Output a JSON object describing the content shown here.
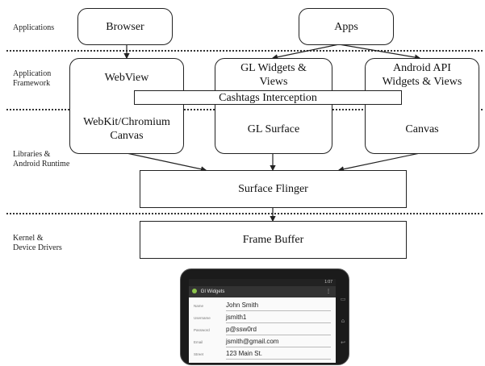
{
  "layers": {
    "applications": "Applications",
    "framework_1": "Application",
    "framework_2": "Framework",
    "libraries_1": "Libraries &",
    "libraries_2": "Android Runtime",
    "kernel_1": "Kernel &",
    "kernel_2": "Device Drivers"
  },
  "boxes": {
    "browser": "Browser",
    "apps": "Apps",
    "webview": "WebView",
    "gl_widgets_1": "GL Widgets &",
    "gl_widgets_2": "Views",
    "android_api_1": "Android API",
    "android_api_2": "Widgets & Views",
    "cashtags": "Cashtags Interception",
    "webkit_1": "WebKit/Chromium",
    "webkit_2": "Canvas",
    "gl_surface": "GL Surface",
    "canvas": "Canvas",
    "surface_flinger": "Surface Flinger",
    "frame_buffer": "Frame Buffer"
  },
  "phone": {
    "app_title": "GI Widgets",
    "status_time": "1:07",
    "form": [
      {
        "label": "Name",
        "value": "John Smith"
      },
      {
        "label": "Username",
        "value": "jsmith1"
      },
      {
        "label": "Password",
        "value": "p@ssw0rd"
      },
      {
        "label": "Email",
        "value": "jsmith@gmail.com"
      },
      {
        "label": "Street",
        "value": "123 Main St."
      }
    ]
  }
}
